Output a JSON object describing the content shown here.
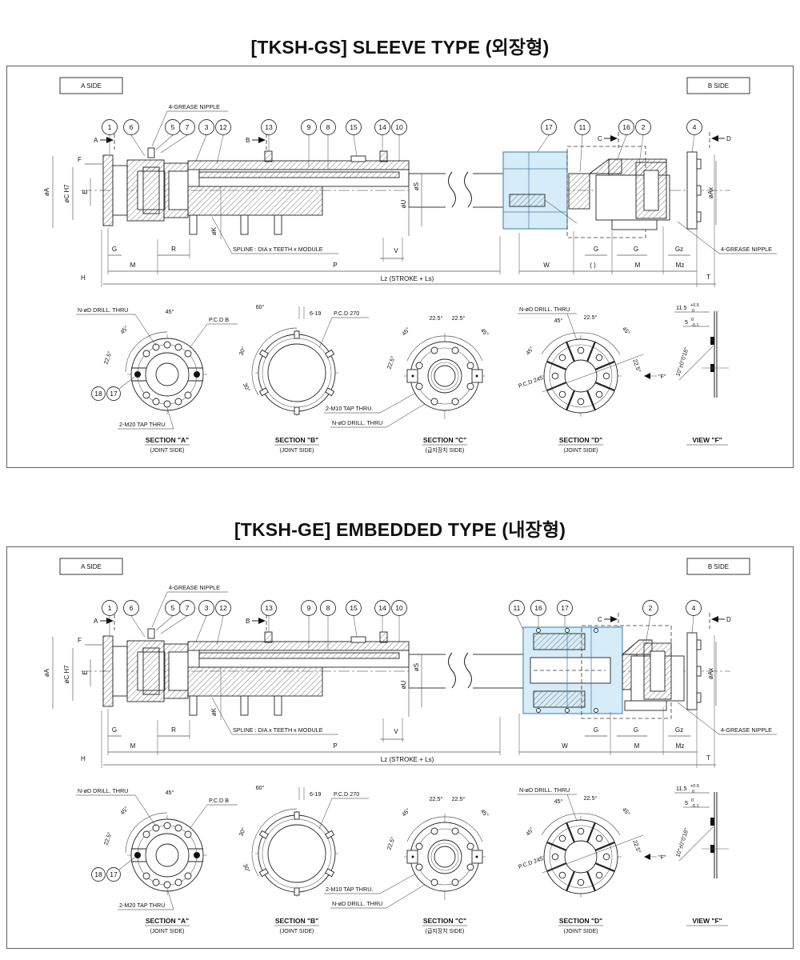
{
  "titles": {
    "gs": "[TKSH-GS] SLEEVE TYPE (외장형)",
    "ge": "[TKSH-GE] EMBEDDED TYPE (내장형)"
  },
  "side_labels": {
    "a": "A SIDE",
    "b": "B SIDE"
  },
  "annotations": {
    "grease_left": "4-GREASE NIPPLE",
    "grease_right": "4-GREASE NIPPLE",
    "spline": "SPLINE : DIA x TEETH x MODULE",
    "lz": "Lz (STROKE + Ls)"
  },
  "view_arrows": {
    "a": "A",
    "b": "B",
    "c": "C",
    "d": "D"
  },
  "dims": {
    "f": "F",
    "e": "E",
    "oa": "øA",
    "oc_h7": "øC H7",
    "g": "G",
    "m": "M",
    "r": "R",
    "p": "P",
    "h": "H",
    "ok": "øK",
    "os": "øS",
    "ou": "øU",
    "v": "V",
    "w": "W",
    "paren": "( )",
    "g2": "G",
    "g3": "G",
    "gz": "Gz",
    "m2": "M",
    "mz": "Mz",
    "t": "T",
    "oax": "øAx"
  },
  "callouts_gs": [
    "1",
    "6",
    "5",
    "7",
    "3",
    "12",
    "13",
    "9",
    "8",
    "15",
    "14",
    "10",
    "17",
    "11",
    "16",
    "2",
    "4"
  ],
  "callouts_ge": [
    "1",
    "6",
    "5",
    "7",
    "3",
    "12",
    "13",
    "9",
    "8",
    "15",
    "14",
    "10",
    "11",
    "16",
    "17",
    "2",
    "4"
  ],
  "sections": {
    "a": {
      "title": "SECTION \"A\"",
      "sub": "(JOINT SIDE)",
      "drill": "N-øD DRILL. THRU",
      "pcd": "P.C.D B",
      "tap": "2-M20 TAP THRU",
      "deg45a": "45°",
      "deg45b": "45°",
      "deg225": "22.5°",
      "c18": "18",
      "c17": "17"
    },
    "b": {
      "title": "SECTION \"B\"",
      "sub": "(JOINT SIDE)",
      "deg60": "60°",
      "holes": "6-19",
      "pcd": "P.C.D 270",
      "deg30a": "30°",
      "deg30b": "30°"
    },
    "c": {
      "title": "SECTION \"C\"",
      "sub": "(급지장치 SIDE)",
      "tap": "2-M10 TAP THRU.",
      "drill": "N-øD DRILL. THRU",
      "deg225a": "22.5°",
      "deg225b": "22.5°",
      "deg45a": "45°",
      "deg45b": "45°",
      "deg225c": "22.5°"
    },
    "d": {
      "title": "SECTION \"D\"",
      "sub": "(JOINT SIDE)",
      "drill": "N-øD DRILL. THRU",
      "pcd": "P.C.D 245",
      "deg45a": "45°",
      "deg225a": "22.5°",
      "deg45b": "45°",
      "deg45c": "45°",
      "deg225b": "22.5°",
      "f_ref": "\"F\""
    },
    "f": {
      "title": "VIEW \"F\"",
      "dim1": "11.5",
      "dim1_up": "+0.5",
      "dim1_dn": "0",
      "dim2": "5",
      "dim2_up": "0",
      "dim2_dn": "-0.1",
      "angle": "10°±0°0'18\""
    }
  },
  "colors": {
    "highlight_fill": "#d6ecf8",
    "highlight_stroke": "#3a7ca8",
    "line": "#1a1a1a"
  }
}
